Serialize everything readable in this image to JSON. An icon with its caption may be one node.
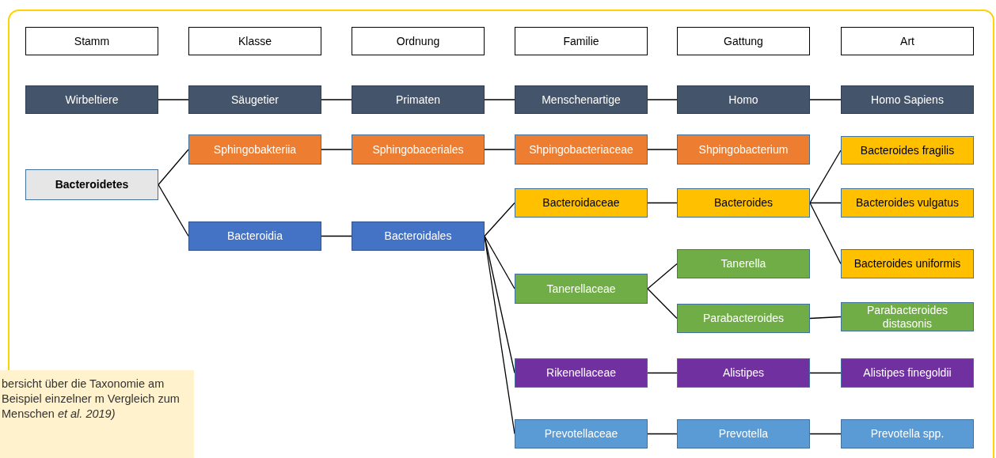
{
  "diagram": {
    "caption": "bersicht über die Taxonomie am Beispiel einzelner m Vergleich zum Menschen *et al. 2019)*",
    "nodes": [
      {
        "text": [
          "Stamm"
        ]
      },
      {
        "text": [
          "Klasse"
        ]
      },
      {
        "text": [
          "Ordnung"
        ]
      },
      {
        "text": [
          "Familie"
        ]
      },
      {
        "text": [
          "Gattung"
        ]
      },
      {
        "text": [
          "Art"
        ]
      },
      {
        "text": [
          "Wirbeltiere"
        ]
      },
      {
        "text": [
          "Säugetier"
        ]
      },
      {
        "text": [
          "Primaten"
        ]
      },
      {
        "text": [
          "Menschenartige"
        ]
      },
      {
        "text": [
          "Homo"
        ]
      },
      {
        "text": [
          "Homo Sapiens"
        ]
      },
      {
        "text": [
          "Sphingobakteriia"
        ]
      },
      {
        "text": [
          "Sphingobaceriales"
        ]
      },
      {
        "text": [
          "Shpingobacteriaceae"
        ]
      },
      {
        "text": [
          "Shpingobacterium"
        ]
      },
      {
        "text": [
          "Bacteroides fragilis"
        ]
      },
      {
        "text": [
          "Bacteroidetes"
        ]
      },
      {
        "text": [
          "Bacteroidaceae"
        ]
      },
      {
        "text": [
          "Bacteroides"
        ]
      },
      {
        "text": [
          "Bacteroides vulgatus"
        ]
      },
      {
        "text": [
          "Bacteroidia"
        ]
      },
      {
        "text": [
          "Bacteroidales"
        ]
      },
      {
        "text": [
          "Tanerella"
        ]
      },
      {
        "text": [
          "Bacteroides uniformis"
        ]
      },
      {
        "text": [
          "Tanerellaceae"
        ]
      },
      {
        "text": [
          "Parabacteroides"
        ]
      },
      {
        "text": [
          "Parabacteroides distasonis"
        ]
      },
      {
        "text": [
          "Rikenellaceae"
        ]
      },
      {
        "text": [
          "Alistipes"
        ]
      },
      {
        "text": [
          "Alistipes finegoldii"
        ]
      },
      {
        "text": [
          "Prevotellaceae"
        ]
      },
      {
        "text": [
          "Prevotella"
        ]
      },
      {
        "text": [
          "Prevotella spp."
        ]
      }
    ],
    "edges": [
      {
        "from": 6,
        "to": 7,
        "arrow": "none"
      },
      {
        "from": 7,
        "to": 8,
        "arrow": "none"
      },
      {
        "from": 8,
        "to": 9,
        "arrow": "none"
      },
      {
        "from": 9,
        "to": 10,
        "arrow": "none"
      },
      {
        "from": 10,
        "to": 11,
        "arrow": "none"
      },
      {
        "from": 12,
        "to": 13,
        "arrow": "none"
      },
      {
        "from": 13,
        "to": 14,
        "arrow": "none"
      },
      {
        "from": 14,
        "to": 15,
        "arrow": "none"
      },
      {
        "from": 17,
        "to": 12,
        "arrow": "none"
      },
      {
        "from": 17,
        "to": 21,
        "arrow": "none"
      },
      {
        "from": 21,
        "to": 22,
        "arrow": "none"
      },
      {
        "from": 22,
        "to": 18,
        "arrow": "none"
      },
      {
        "from": 22,
        "to": 25,
        "arrow": "none"
      },
      {
        "from": 22,
        "to": 28,
        "arrow": "none"
      },
      {
        "from": 22,
        "to": 31,
        "arrow": "none"
      },
      {
        "from": 18,
        "to": 19,
        "arrow": "none"
      },
      {
        "from": 19,
        "to": 16,
        "arrow": "none"
      },
      {
        "from": 19,
        "to": 20,
        "arrow": "none"
      },
      {
        "from": 19,
        "to": 24,
        "arrow": "none"
      },
      {
        "from": 25,
        "to": 23,
        "arrow": "none"
      },
      {
        "from": 25,
        "to": 26,
        "arrow": "none"
      },
      {
        "from": 26,
        "to": 27,
        "arrow": "none"
      },
      {
        "from": 28,
        "to": 29,
        "arrow": "none"
      },
      {
        "from": 29,
        "to": 30,
        "arrow": "none"
      },
      {
        "from": 31,
        "to": 32,
        "arrow": "none"
      },
      {
        "from": 32,
        "to": 33,
        "arrow": "none"
      }
    ]
  }
}
